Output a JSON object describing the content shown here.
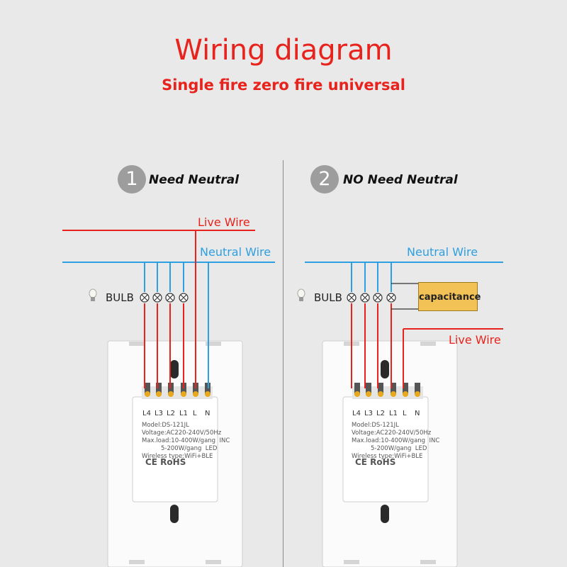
{
  "title": "Wiring diagram",
  "subtitle": "Single fire zero fire universal",
  "colors": {
    "live": "#e8221c",
    "neutral": "#2e9fe0",
    "capacitor": "#f3c257"
  },
  "left": {
    "number": "1",
    "heading": "Need Neutral",
    "live_wire_label": "Live Wire",
    "neutral_wire_label": "Neutral Wire",
    "bulb_label": "BULB",
    "terminals": [
      "L4",
      "L3",
      "L2",
      "L1",
      "L",
      "N"
    ],
    "spec_text": "Model:DS-121JL\nVoltage:AC220-240V/50Hz\nMax.load:10-400W/gang  INC\n          5-200W/gang  LED\nWireless type:WiFi+BLE",
    "cert_text": "CE RoHS"
  },
  "right": {
    "number": "2",
    "heading": "NO Need Neutral",
    "neutral_wire_label": "Neutral Wire",
    "live_wire_label": "Live Wire",
    "bulb_label": "BULB",
    "capacitor_label": "capacitance",
    "terminals": [
      "L4",
      "L3",
      "L2",
      "L1",
      "L",
      "N"
    ],
    "spec_text": "Model:DS-121JL\nVoltage:AC220-240V/50Hz\nMax.load:10-400W/gang  INC\n          5-200W/gang  LED\nWireless type:WiFi+BLE",
    "cert_text": "CE RoHS"
  }
}
